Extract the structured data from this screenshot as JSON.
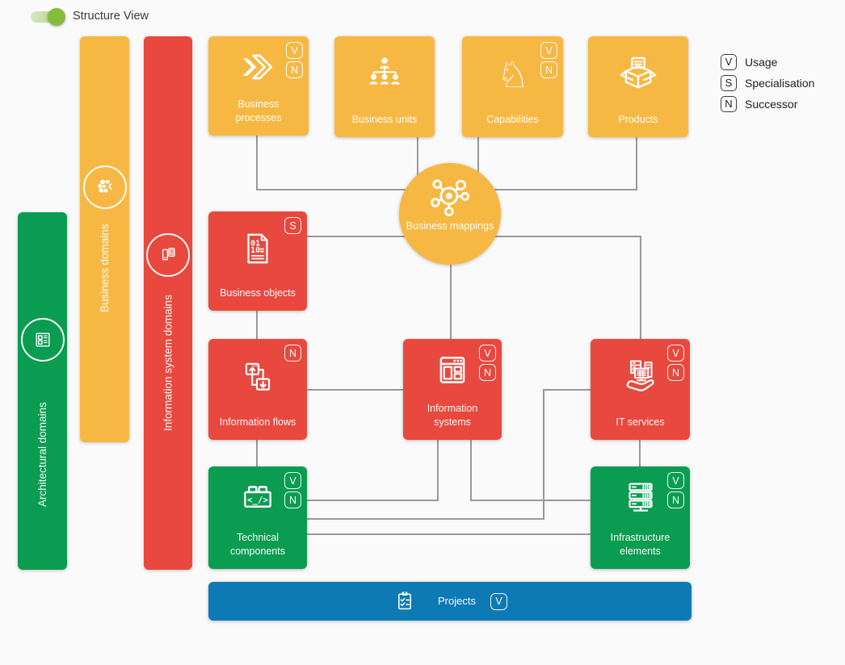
{
  "header": {
    "toggle_label": "Structure View",
    "toggle_state": "on"
  },
  "legend": {
    "items": [
      {
        "badge": "V",
        "label": "Usage"
      },
      {
        "badge": "S",
        "label": "Specialisation"
      },
      {
        "badge": "N",
        "label": "Successor"
      }
    ]
  },
  "domains": {
    "architectural": {
      "label": "Architectural domains",
      "color": "#0A9C51",
      "icon": "architectural-domains-icon"
    },
    "business": {
      "label": "Business domains",
      "color": "#F7B843",
      "icon": "business-domains-icon"
    },
    "information_system": {
      "label": "Information system domains",
      "color": "#E8483E",
      "icon": "information-system-domains-icon"
    }
  },
  "nodes": {
    "business_processes": {
      "label": "Business processes",
      "badges": [
        "V",
        "N"
      ],
      "color": "#F7B843",
      "icon": "business-processes-icon"
    },
    "business_units": {
      "label": "Business units",
      "badges": [],
      "color": "#F7B843",
      "icon": "business-units-icon"
    },
    "capabilities": {
      "label": "Capabilities",
      "badges": [
        "V",
        "N"
      ],
      "color": "#F7B843",
      "icon": "capabilities-icon"
    },
    "products": {
      "label": "Products",
      "badges": [],
      "color": "#F7B843",
      "icon": "products-icon"
    },
    "business_mappings": {
      "label": "Business mappings",
      "badges": [],
      "color": "#F7B843",
      "icon": "business-mappings-icon"
    },
    "business_objects": {
      "label": "Business objects",
      "badges": [
        "S"
      ],
      "color": "#E8483E",
      "icon": "business-objects-icon"
    },
    "information_flows": {
      "label": "Information flows",
      "badges": [
        "N"
      ],
      "color": "#E8483E",
      "icon": "information-flows-icon"
    },
    "information_systems": {
      "label": "Information systems",
      "badges": [
        "V",
        "N"
      ],
      "color": "#E8483E",
      "icon": "information-systems-icon"
    },
    "it_services": {
      "label": "IT services",
      "badges": [
        "V",
        "N"
      ],
      "color": "#E8483E",
      "icon": "it-services-icon"
    },
    "technical_components": {
      "label": "Technical components",
      "badges": [
        "V",
        "N"
      ],
      "color": "#0A9C51",
      "icon": "technical-components-icon"
    },
    "infrastructure_elements": {
      "label": "Infrastructure elements",
      "badges": [
        "V",
        "N"
      ],
      "color": "#0A9C51",
      "icon": "infrastructure-elements-icon"
    },
    "projects": {
      "label": "Projects",
      "badges": [
        "V"
      ],
      "color": "#0E7AB5",
      "icon": "projects-icon"
    }
  },
  "colors": {
    "background": "#FAFAFA",
    "yellow": "#F7B843",
    "red": "#E8483E",
    "green": "#0A9C51",
    "blue": "#0E7AB5",
    "connector": "#999999",
    "toggle_knob": "#84BC3C",
    "toggle_track": "#C9E0AC",
    "text_dark": "#212121"
  }
}
